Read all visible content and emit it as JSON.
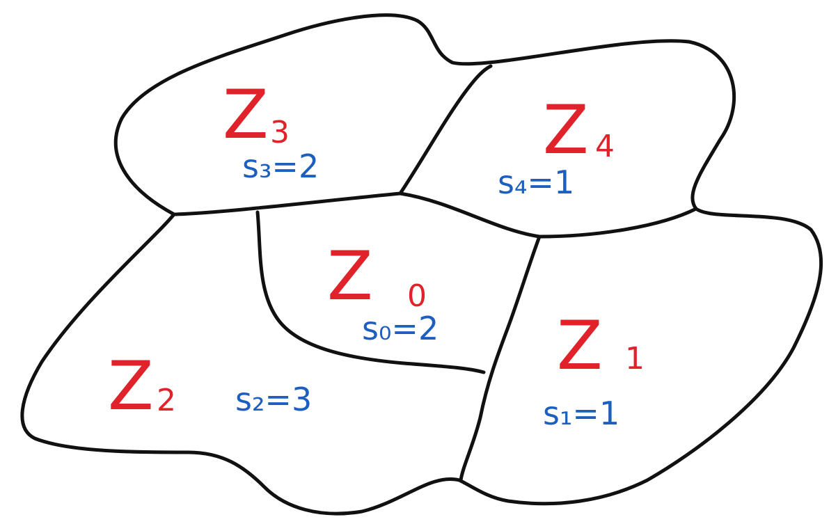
{
  "colors": {
    "outline": "#111111",
    "region_label": "#e0222b",
    "stat_label": "#1c5fbf"
  },
  "regions": [
    {
      "id": "z3",
      "letter": "Z",
      "subscript": "3",
      "stat": "s₃=2"
    },
    {
      "id": "z4",
      "letter": "Z",
      "subscript": "4",
      "stat": "s₄=1"
    },
    {
      "id": "z0",
      "letter": "Z",
      "subscript": "0",
      "stat": "s₀=2"
    },
    {
      "id": "z1",
      "letter": "Z",
      "subscript": "1",
      "stat": "s₁=1"
    },
    {
      "id": "z2",
      "letter": "Z",
      "subscript": "2",
      "stat": "s₂=3"
    }
  ]
}
